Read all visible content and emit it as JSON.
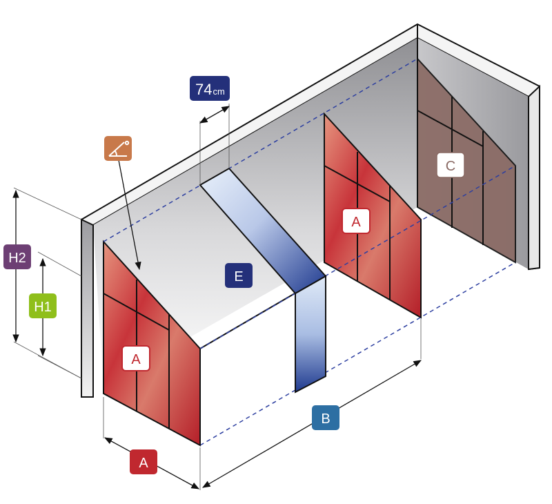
{
  "labels": {
    "dimension_74": {
      "value": "74",
      "unit": "cm"
    },
    "a_bottom": "A",
    "a_front_panel": "A",
    "a_back_panel": "A",
    "b_length": "B",
    "c_panel": "C",
    "e_panel": "E",
    "h1": "H1",
    "h2": "H2"
  },
  "icons": {
    "angle": "angle-degree-icon"
  },
  "colors": {
    "badge_red": "#c0282f",
    "badge_blue": "#2d6fa3",
    "badge_navy": "#24307a",
    "badge_purple": "#6d3f74",
    "badge_green": "#8fbf1b",
    "badge_orange": "#c8794a",
    "glass_red": "#c8343a",
    "glass_brown": "#8a6a64",
    "glass_blue": "#1f3a8f"
  }
}
